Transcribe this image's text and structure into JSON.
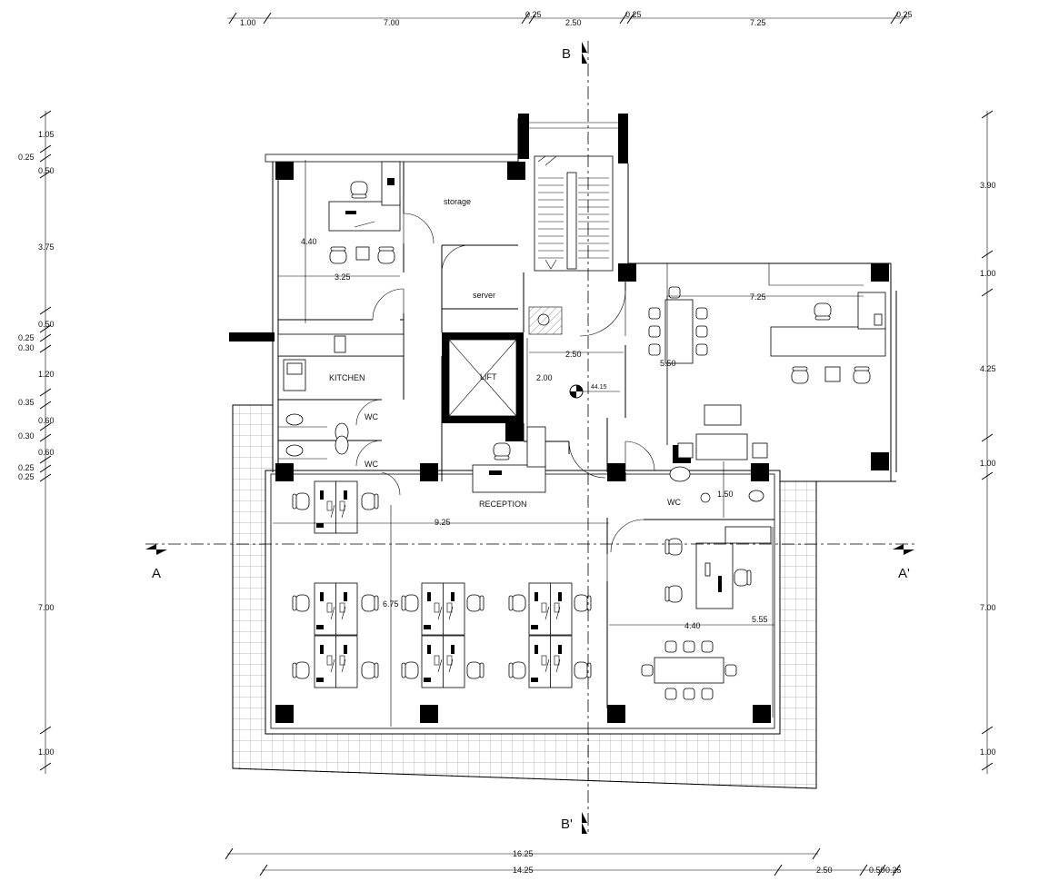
{
  "dimensions": {
    "top": [
      "1.00",
      "7.00",
      "0.25",
      "2.50",
      "0.25",
      "7.25",
      "0.25"
    ],
    "left": [
      "1.05",
      "0.25",
      "0.50",
      "3.75",
      "0.50",
      "0.25",
      "0.30",
      "1.20",
      "0.35",
      "0.60",
      "0.30",
      "0.60",
      "0.25",
      "0.25",
      "7.00",
      "1.00"
    ],
    "right": [
      "3.90",
      "1.00",
      "4.25",
      "1.00",
      "7.00",
      "1.00"
    ],
    "bottom_total": "16.25",
    "bottom_parts": [
      "14.25",
      "2.50",
      "0.50",
      "0.25"
    ],
    "interior": {
      "office_height": "4.40",
      "office_width": "3.25",
      "lobby_width": "2.50",
      "lobby_height": "2.00",
      "level": "44.15",
      "meeting_width": "7.25",
      "meeting_height": "5.50",
      "wc_width": "1.50",
      "open_width": "9.25",
      "open_height": "6.75",
      "manager_width": "4.40",
      "manager_height": "5.55"
    }
  },
  "rooms": {
    "storage": "storage",
    "server": "server",
    "lift": "LIFT",
    "kitchen": "KITCHEN",
    "wc1": "WC",
    "wc2": "WC",
    "wc3": "WC",
    "reception": "RECEPTION"
  },
  "sections": {
    "a": "A",
    "a_prime": "A'",
    "b": "B",
    "b_prime": "B'"
  }
}
